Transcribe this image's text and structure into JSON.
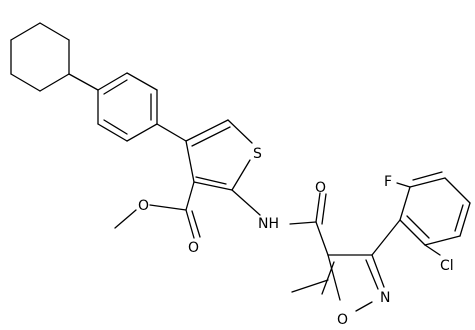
{
  "atoms": {
    "S": "S",
    "NH": "NH",
    "O_carbonyl_ester": "O",
    "O_ester": "O",
    "O_amide": "O",
    "F": "F",
    "Cl": "Cl",
    "N_ring": "N",
    "O_ring": "O"
  }
}
